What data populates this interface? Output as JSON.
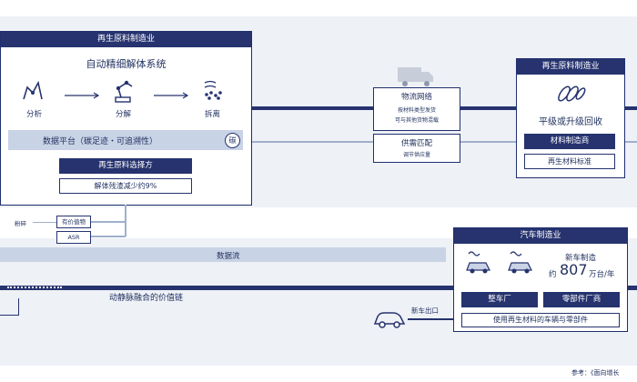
{
  "left_panel": {
    "header": "再生原料制造业",
    "system_title": "自动精细解体系统",
    "steps": [
      "分析",
      "分解",
      "拆离"
    ],
    "data_platform": "数据平台（碳足迹・可追溯性）",
    "platform_badge": "碳",
    "selector": "再生原料选择方",
    "reduction": "解体残渣减少约9%"
  },
  "side_items": {
    "crush": "粉碎",
    "valuable": "有价值物",
    "asr": "ASR"
  },
  "middle": {
    "logistics_title": "物流网络",
    "logistics_line1": "按材料类型发货",
    "logistics_line2": "可与其他货物混载",
    "supply_title": "供需匹配",
    "supply_line1": "调节供应量"
  },
  "right_panel": {
    "header": "再生原料制造业",
    "grade": "平级或升级回收",
    "manufacturer": "材料制造商",
    "standard": "再生材料标准"
  },
  "data_flow": "数据流",
  "value_chain": "动静脉融合的价值链",
  "auto_panel": {
    "header": "汽车制造业",
    "new_car_label": "新车制造",
    "approx": "约",
    "volume": "807",
    "unit": "万台/年",
    "factory": "整车厂",
    "parts": "零部件厂商",
    "using": "使用再生材料的车辆与零部件"
  },
  "new_car_export": "新车出口",
  "source": "参考：《面向增长"
}
